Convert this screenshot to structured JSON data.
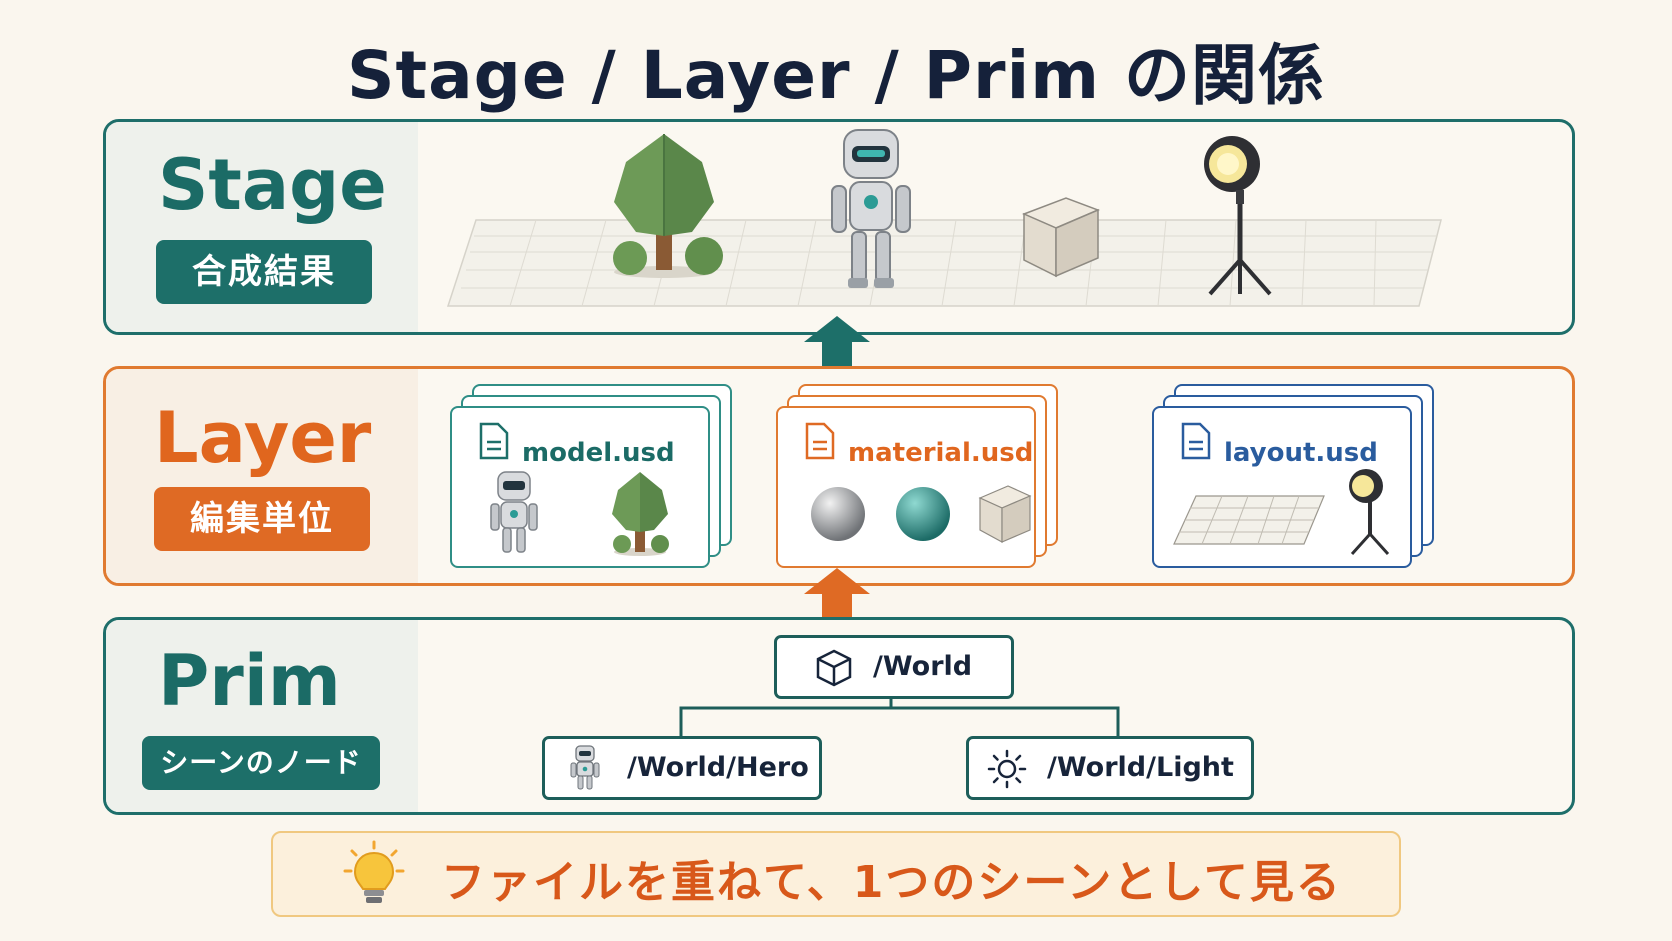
{
  "title": "Stage / Layer / Prim の関係",
  "stage": {
    "label": "Stage",
    "badge": "合成結果"
  },
  "layer": {
    "label": "Layer",
    "badge": "編集単位",
    "files": [
      "model.usd",
      "material.usd",
      "layout.usd"
    ]
  },
  "prim": {
    "label": "Prim",
    "badge": "シーンのノード",
    "nodes": {
      "root": "/World",
      "hero": "/World/Hero",
      "light": "/World/Light"
    }
  },
  "tip": {
    "text": "ファイルを重ねて、1つのシーンとして見る",
    "icon": "lightbulb-icon"
  },
  "colors": {
    "teal": "#1d6f69",
    "orange": "#df6a24",
    "blue": "#2a5c9e",
    "navy": "#15213a"
  }
}
